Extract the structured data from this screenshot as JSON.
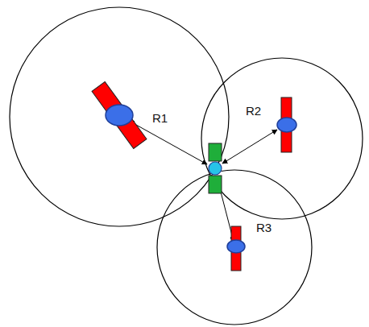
{
  "diagram": {
    "labels": [
      "R1",
      "R2",
      "R3"
    ]
  }
}
